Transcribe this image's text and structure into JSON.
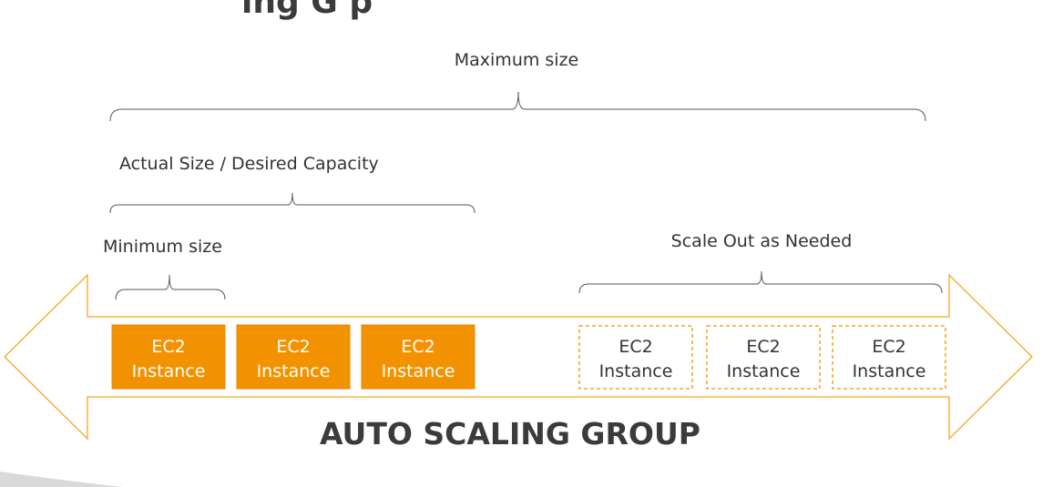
{
  "diagram": {
    "heading_fragment": "ing G    p",
    "labels": {
      "maximum": "Maximum size",
      "desired": "Actual Size / Desired Capacity",
      "minimum": "Minimum size",
      "scale_out": "Scale Out as Needed"
    },
    "title": "AUTO SCALING GROUP",
    "instances": [
      {
        "line1": "EC2",
        "line2": "Instance",
        "state": "running"
      },
      {
        "line1": "EC2",
        "line2": "Instance",
        "state": "running"
      },
      {
        "line1": "EC2",
        "line2": "Instance",
        "state": "running"
      },
      {
        "line1": "EC2",
        "line2": "Instance",
        "state": "potential"
      },
      {
        "line1": "EC2",
        "line2": "Instance",
        "state": "potential"
      },
      {
        "line1": "EC2",
        "line2": "Instance",
        "state": "potential"
      }
    ],
    "colors": {
      "accent": "#f39200",
      "arrow_stroke": "#f5a623",
      "bracket": "#555555",
      "running_text": "#ffffff",
      "potential_text": "#333333",
      "title": "#3b3b3b"
    }
  }
}
